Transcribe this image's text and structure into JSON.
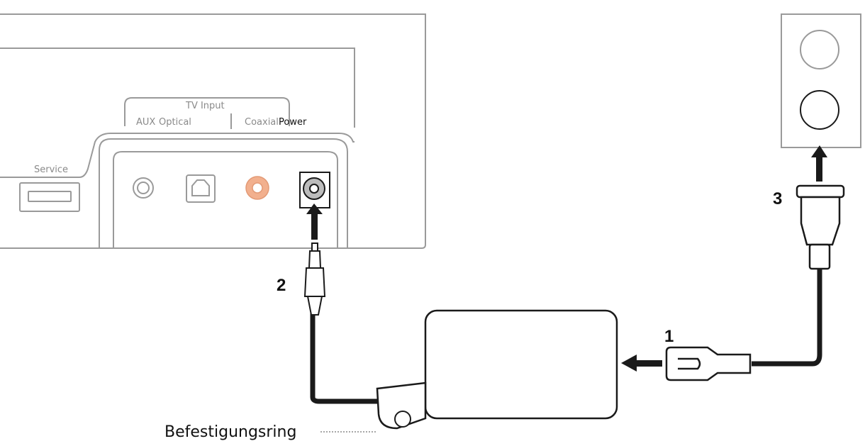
{
  "labels": {
    "service": "Service",
    "tv_input": "TV Input",
    "aux": "AUX",
    "optical": "Optical",
    "coaxial": "Coaxial",
    "power": "Power",
    "befestigungsring": "Befestigungsring"
  },
  "steps": {
    "one": "1",
    "two": "2",
    "three": "3"
  },
  "colors": {
    "panel_line": "#9a9a9a",
    "cable": "#1a1a1a",
    "coax_jack": "#f2b08e",
    "background": "#ffffff"
  }
}
